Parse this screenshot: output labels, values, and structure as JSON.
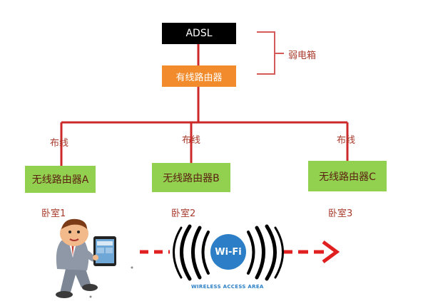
{
  "diagram": {
    "adsl_label": "ADSL",
    "wired_router_label": "有线路由器",
    "bracket_label": "弱电箱",
    "cable_label": "布线",
    "routers": [
      {
        "label": "无线路由器A",
        "room": "卧室1"
      },
      {
        "label": "无线路由器B",
        "room": "卧室2"
      },
      {
        "label": "无线路由器C",
        "room": "卧室3"
      }
    ],
    "wifi": {
      "logo_text": "Wi-Fi",
      "caption": "WIRELESS ACCESS AREA"
    }
  },
  "colors": {
    "adsl_bg": "#000000",
    "wired_router_bg": "#f18b2b",
    "wireless_router_bg": "#92d050",
    "lines": "#cc2a2a",
    "arrow": "#e02020",
    "text_red": "#a83a2c",
    "wifi_blue": "#2c7fc6"
  }
}
